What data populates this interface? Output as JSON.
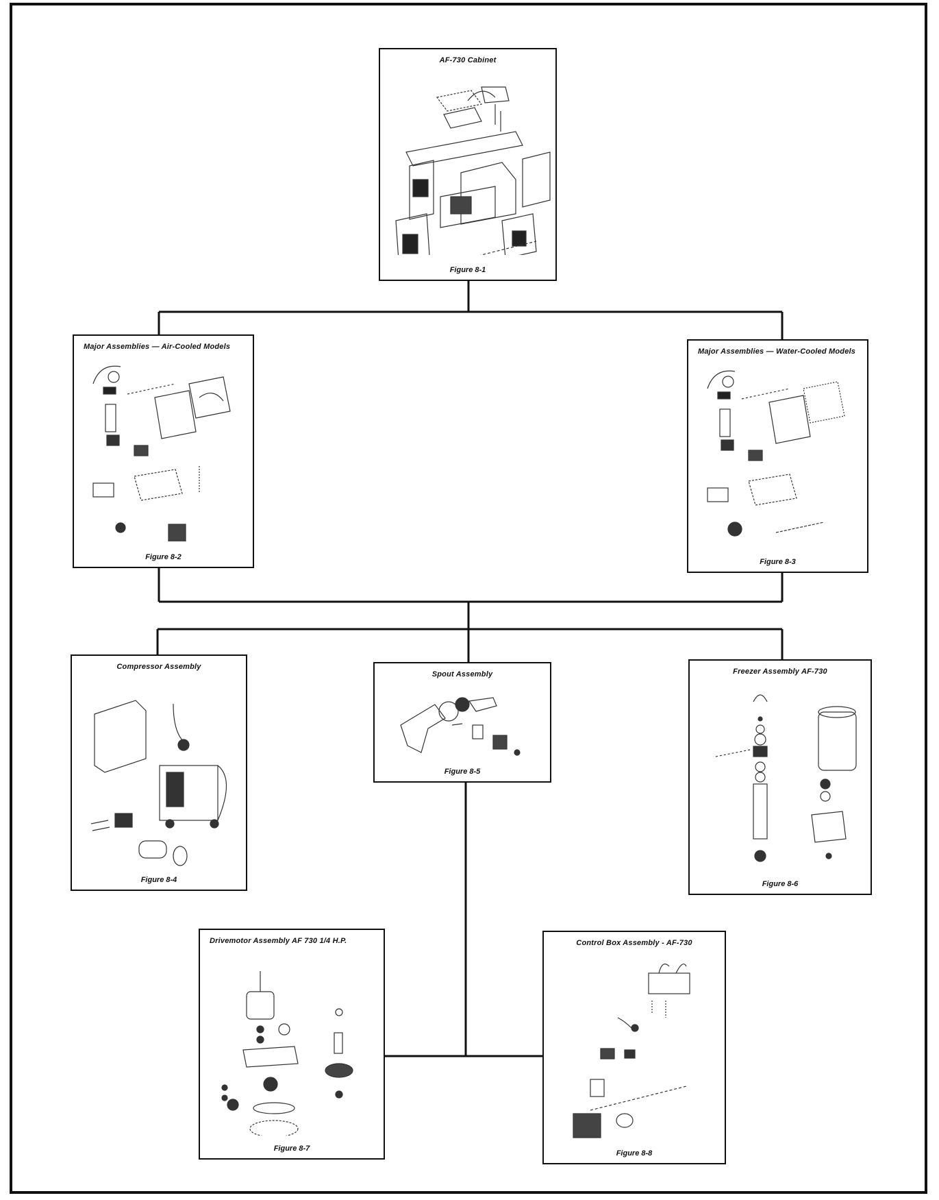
{
  "boxes": {
    "cabinet": {
      "title": "AF-730 Cabinet",
      "caption": "Figure 8-1"
    },
    "air_cooled": {
      "title": "Major Assemblies — Air-Cooled Models",
      "caption": "Figure 8-2"
    },
    "water_cooled": {
      "title": "Major Assemblies — Water-Cooled Models",
      "caption": "Figure 8-3"
    },
    "compressor": {
      "title": "Compressor Assembly",
      "caption": "Figure 8-4"
    },
    "spout": {
      "title": "Spout Assembly",
      "caption": "Figure 8-5"
    },
    "freezer": {
      "title": "Freezer Assembly AF-730",
      "caption": "Figure 8-6"
    },
    "drivemotor": {
      "title": "Drivemotor Assembly    AF 730 1/4 H.P.",
      "caption": "Figure 8-7"
    },
    "control_box": {
      "title": "Control Box Assembly -  AF-730",
      "caption": "Figure 8-8"
    }
  }
}
